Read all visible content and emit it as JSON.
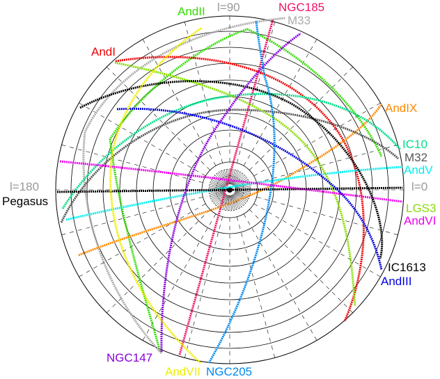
{
  "diagram": {
    "labels": {
      "l90": "l=90",
      "l180": "l=180",
      "l0": "l=0"
    },
    "galaxies": [
      {
        "name": "AndII",
        "color": "#33dd00"
      },
      {
        "name": "NGC185",
        "color": "#ee1166"
      },
      {
        "name": "M33",
        "color": "#aaaaaa"
      },
      {
        "name": "AndI",
        "color": "#ee0000"
      },
      {
        "name": "AndIX",
        "color": "#ff8800"
      },
      {
        "name": "IC10",
        "color": "#00dd88"
      },
      {
        "name": "M32",
        "color": "#555555"
      },
      {
        "name": "AndV",
        "color": "#00eeee"
      },
      {
        "name": "Pegasus",
        "color": "#000000"
      },
      {
        "name": "LGS3",
        "color": "#88dd00"
      },
      {
        "name": "AndVI",
        "color": "#ee00ee"
      },
      {
        "name": "IC1613",
        "color": "#000000"
      },
      {
        "name": "AndIII",
        "color": "#0000dd"
      },
      {
        "name": "NGC147",
        "color": "#8800dd"
      },
      {
        "name": "AndVII",
        "color": "#eeee00"
      },
      {
        "name": "NGC205",
        "color": "#0088ee"
      }
    ]
  }
}
